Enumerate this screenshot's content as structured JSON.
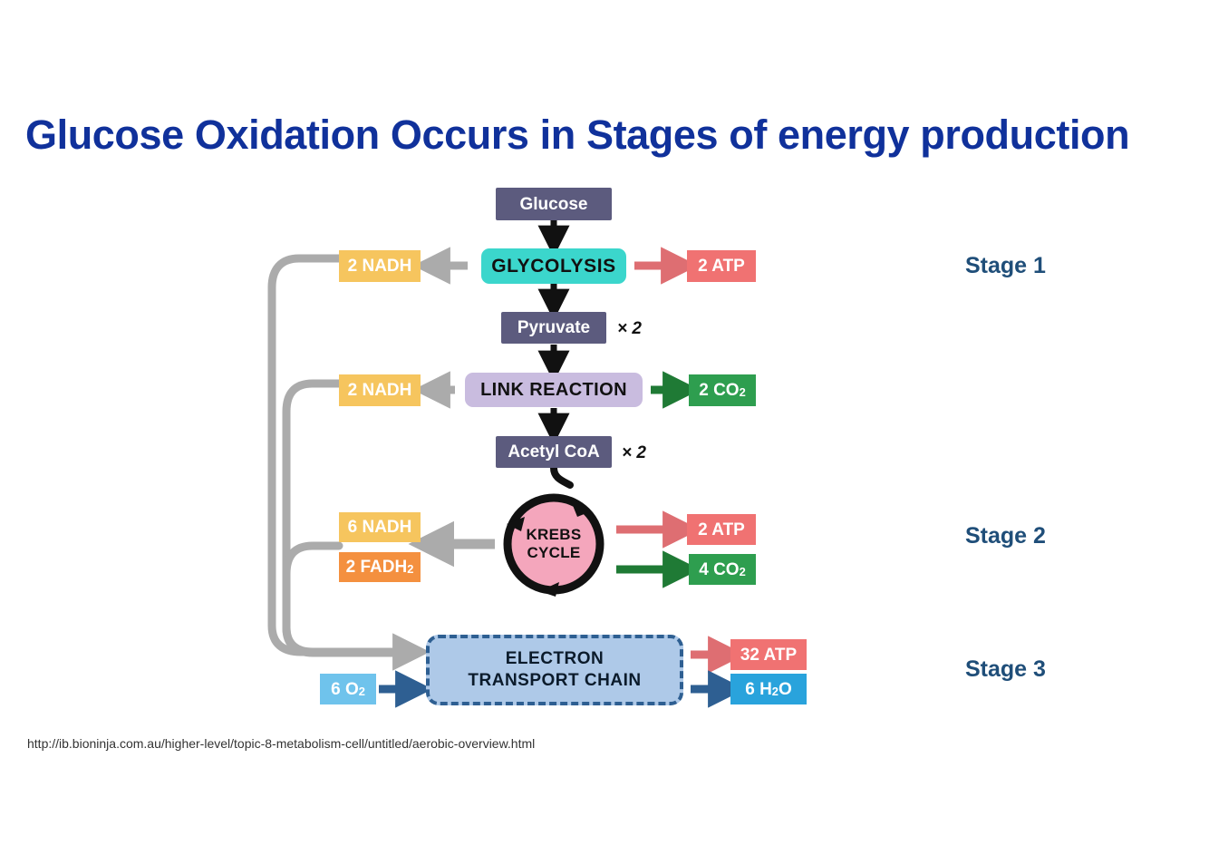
{
  "slide": {
    "title": "Glucose Oxidation Occurs in Stages of energy production",
    "source_url": "http://ib.bioninja.com.au/higher-level/topic-8-metabolism-cell/untitled/aerobic-overview.html",
    "title_color": "#10319B",
    "stage_label_color": "#1F4E79"
  },
  "diagram": {
    "type": "flowchart",
    "nodes": {
      "glucose": {
        "label": "Glucose",
        "color": "#5C5B7E"
      },
      "glycolysis": {
        "label": "GLYCOLYSIS",
        "color": "#3BD6CC"
      },
      "glycolysis_nadh": {
        "label": "2 NADH",
        "color": "#F6C55E"
      },
      "glycolysis_atp": {
        "label": "2 ATP",
        "color": "#F07272"
      },
      "pyruvate": {
        "label": "Pyruvate",
        "color": "#5C5B7E",
        "multiplier": "× 2"
      },
      "link_reaction": {
        "label": "LINK REACTION",
        "color": "#C9BCDF"
      },
      "link_nadh": {
        "label": "2 NADH",
        "color": "#F6C55E"
      },
      "link_co2": {
        "label_pre": "2 CO",
        "label_sub": "2",
        "color": "#2E9E4F"
      },
      "acetyl_coa": {
        "label": "Acetyl CoA",
        "color": "#5C5B7E",
        "multiplier": "× 2"
      },
      "krebs": {
        "label_line1": "KREBS",
        "label_line2": "CYCLE",
        "color": "#F4A6BC"
      },
      "krebs_nadh": {
        "label": "6 NADH",
        "color": "#F6C55E"
      },
      "krebs_fadh2": {
        "label_pre": "2 FADH",
        "label_sub": "2",
        "color": "#F4903F"
      },
      "krebs_atp": {
        "label": "2 ATP",
        "color": "#F07272"
      },
      "krebs_co2": {
        "label_pre": "4 CO",
        "label_sub": "2",
        "color": "#2E9E4F"
      },
      "etc": {
        "label_line1": "ELECTRON",
        "label_line2": "TRANSPORT CHAIN",
        "color": "#AEC9E8",
        "border_color": "#2E5F92"
      },
      "oxygen": {
        "label_pre": "6 O",
        "label_sub": "2",
        "color": "#6FC3EC"
      },
      "etc_atp": {
        "label": "32 ATP",
        "color": "#F07272"
      },
      "water": {
        "label_pre": "6 H",
        "label_sub": "2",
        "label_post": "O",
        "color": "#29A3DC"
      }
    },
    "stages": [
      {
        "label": "Stage 1"
      },
      {
        "label": "Stage 2"
      },
      {
        "label": "Stage 3"
      }
    ],
    "arrow_colors": {
      "flow_black": "#111111",
      "nadh_gray": "#ABABAB",
      "atp_red": "#DE6E72",
      "co2_green": "#1F7A35",
      "oxygen_navy": "#2E5F92"
    }
  }
}
